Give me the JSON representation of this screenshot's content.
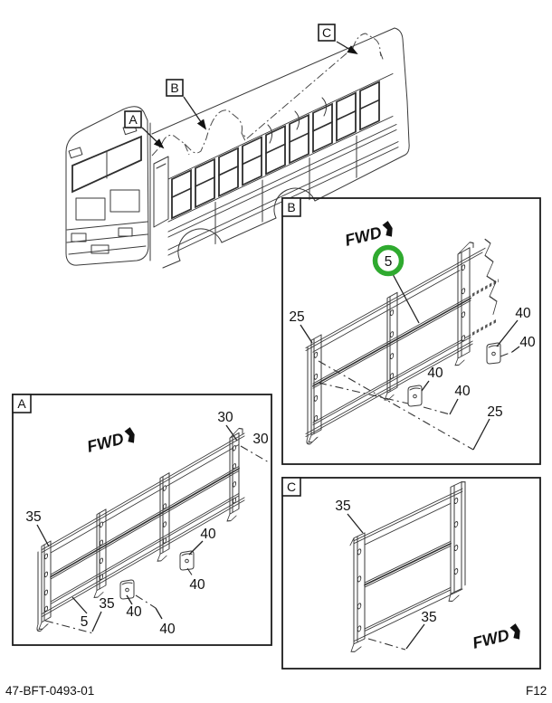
{
  "footer": {
    "left": "47-BFT-0493-01",
    "right": "F12"
  },
  "overview": {
    "tag_a": "A",
    "tag_b": "B",
    "tag_c": "C"
  },
  "sections": {
    "a": {
      "tag": "A",
      "fwd": "FWD",
      "c30_top": "30",
      "c30_right": "30",
      "c35_left": "35",
      "c5": "5",
      "c35_bottom": "35",
      "c40_clip1_a": "40",
      "c40_clip1_b": "40",
      "c40_clip2_a": "40",
      "c40_clip2_b": "40"
    },
    "b": {
      "tag": "B",
      "fwd": "FWD",
      "c5": "5",
      "c25_left": "25",
      "c25_bottom_right": "25",
      "c40_right_1": "40",
      "c40_right_2": "40",
      "c40_mid_1": "40",
      "c40_mid_2": "40"
    },
    "c": {
      "tag": "C",
      "fwd": "FWD",
      "c35_top": "35",
      "c35_bottom": "35"
    }
  },
  "colors": {
    "highlight": "#2faa2f",
    "line": "#3a3a3a"
  }
}
